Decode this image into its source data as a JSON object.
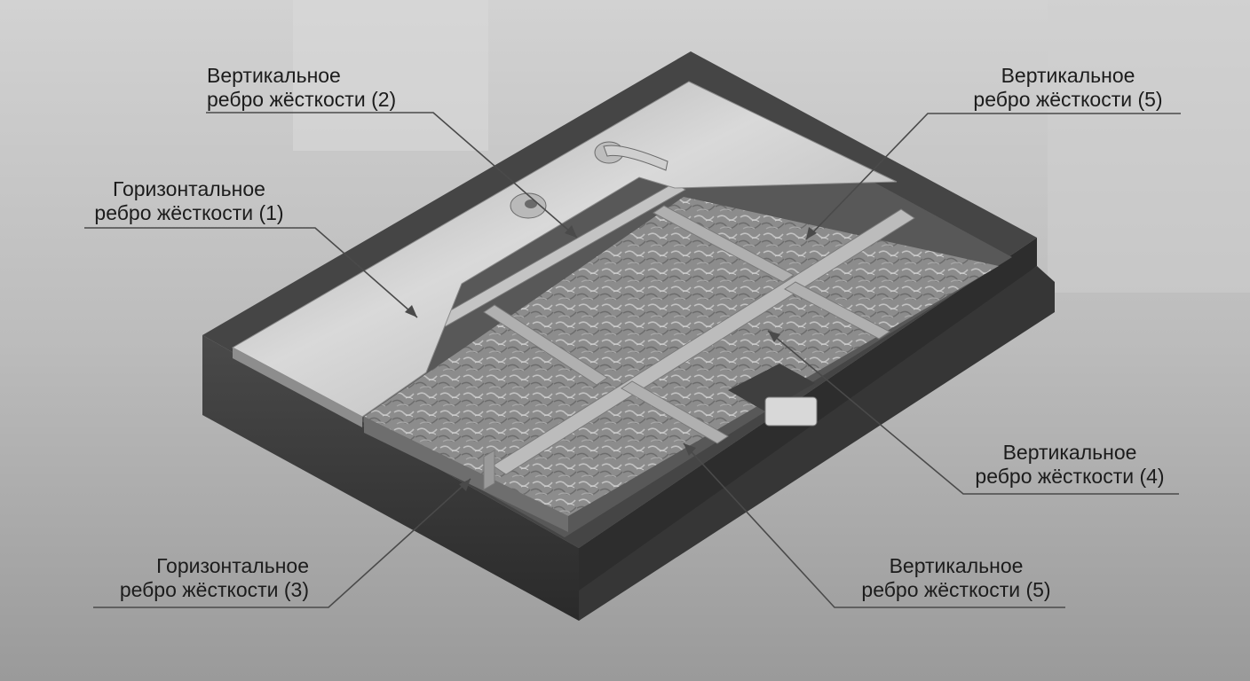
{
  "callouts": [
    {
      "id": "rib-2",
      "line1": "Вертикальное",
      "line2": "ребро жёсткости (2)"
    },
    {
      "id": "rib-5-top",
      "line1": "Вертикальное",
      "line2": "ребро жёсткости (5)"
    },
    {
      "id": "rib-1",
      "line1": "Горизонтальное",
      "line2": "ребро жёсткости (1)"
    },
    {
      "id": "rib-4",
      "line1": "Вертикальное",
      "line2": "ребро жёсткости (4)"
    },
    {
      "id": "rib-3",
      "line1": "Горизонтальное",
      "line2": "ребро жёсткости (3)"
    },
    {
      "id": "rib-5-bottom",
      "line1": "Вертикальное",
      "line2": "ребро жёсткости (5)"
    }
  ],
  "colors": {
    "background": "#bdbdbd",
    "frame": "#3a3a3a",
    "steel_sheet": "#c8c8c8",
    "insulation": "#8f8f8f",
    "rib": "#b4b4b4",
    "leader_line": "#4a4a4a",
    "label_text": "#1c1c1c"
  }
}
